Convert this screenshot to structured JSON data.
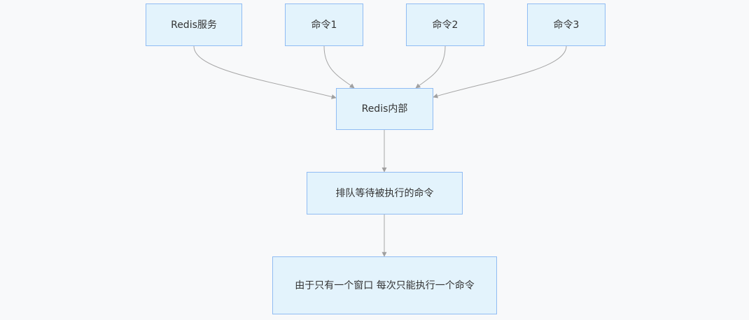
{
  "diagram": {
    "nodes": {
      "redis_service": "Redis服务",
      "cmd1": "命令1",
      "cmd2": "命令2",
      "cmd3": "命令3",
      "redis_internal": "Redis内部",
      "queue": "排队等待被执行的命令",
      "single_window": "由于只有一个窗口 每次只能执行一个命令"
    },
    "edges": [
      {
        "from": "redis_service",
        "to": "redis_internal"
      },
      {
        "from": "cmd1",
        "to": "redis_internal"
      },
      {
        "from": "cmd2",
        "to": "redis_internal"
      },
      {
        "from": "cmd3",
        "to": "redis_internal"
      },
      {
        "from": "redis_internal",
        "to": "queue"
      },
      {
        "from": "queue",
        "to": "single_window"
      }
    ],
    "colors": {
      "node_fill": "#e3f3fc",
      "node_border": "#90bcf3",
      "edge": "#a6a6a6",
      "background": "#f8f9fa"
    }
  }
}
